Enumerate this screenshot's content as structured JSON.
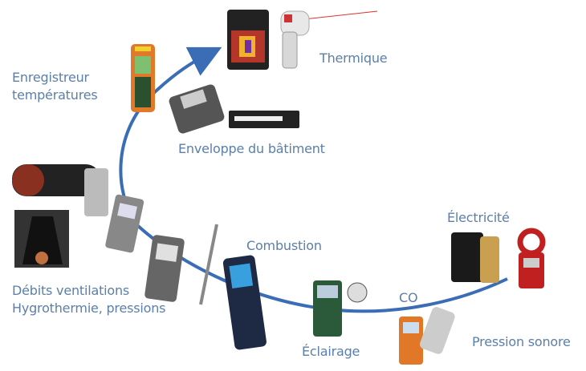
{
  "labels": {
    "logger_line1": "Enregistreur",
    "logger_line2": "températures",
    "thermal": "Thermique",
    "envelope": "Enveloppe du bâtiment",
    "ventilation_line1": "Débits ventilations",
    "ventilation_line2": "Hygrothermie, pressions",
    "combustion": "Combustion",
    "lighting": "Éclairage",
    "co": "CO",
    "electricity": "Électricité",
    "sound": "Pression sonore"
  },
  "colors": {
    "text": "#5b7fa8",
    "curve": "#3a6db5"
  }
}
